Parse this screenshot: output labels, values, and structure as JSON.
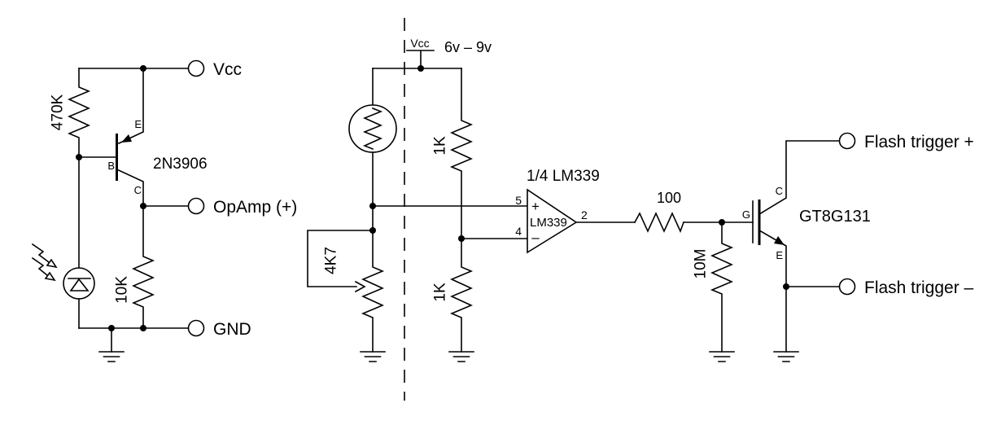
{
  "diagram": {
    "bg": "#ffffff",
    "ink": "#000000",
    "left_section": {
      "r_pullup": "470K",
      "transistor": "2N3906",
      "pin_e": "E",
      "pin_b": "B",
      "pin_c": "C",
      "r_load": "10K",
      "terminal_vcc": "Vcc",
      "terminal_opamp": "OpAmp (+)",
      "terminal_gnd": "GND"
    },
    "middle_section": {
      "vcc_tick": "Vcc",
      "supply_range": "6v – 9v",
      "r_top": "1K",
      "r_bottom": "1K",
      "pot": "4K7",
      "comparator_title": "1/4 LM339",
      "comparator_chip": "LM339",
      "plus_sign": "+",
      "minus_sign": "–",
      "pin_plus": "5",
      "pin_minus": "4",
      "pin_out": "2",
      "r_series": "100"
    },
    "right_section": {
      "r_pulldown": "10M",
      "igbt": "GT8G131",
      "pin_g": "G",
      "pin_c": "C",
      "pin_e": "E",
      "terminal_plus": "Flash trigger +",
      "terminal_minus": "Flash trigger –"
    }
  }
}
